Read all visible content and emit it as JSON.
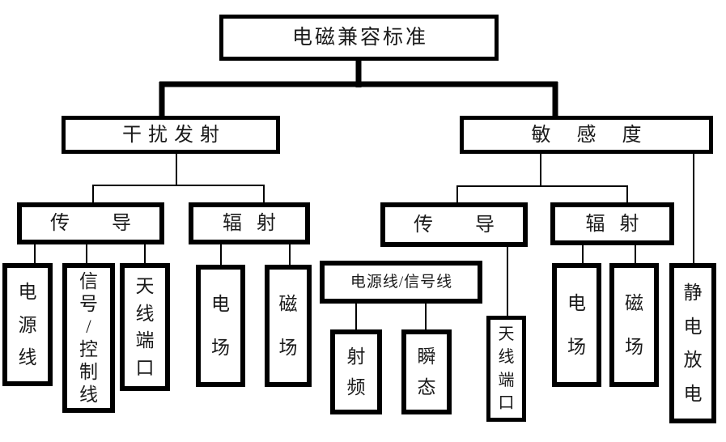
{
  "colors": {
    "background": "#ffffff",
    "line": "#000000",
    "box_border": "#000000",
    "text": "#1a1a1a"
  },
  "tree": {
    "label": "电磁兼容标准",
    "children": [
      {
        "label": "干扰发射",
        "children": [
          {
            "label": "传导",
            "children": [
              {
                "label": "电源线"
              },
              {
                "label": "信号/控制线"
              },
              {
                "label": "天线端口"
              }
            ]
          },
          {
            "label": "辐射",
            "children": [
              {
                "label": "电场"
              },
              {
                "label": "磁场"
              }
            ]
          }
        ]
      },
      {
        "label": "敏感度",
        "children": [
          {
            "label": "传导",
            "children": [
              {
                "label": "电源线/信号线",
                "children": [
                  {
                    "label": "射频"
                  },
                  {
                    "label": "瞬态"
                  }
                ]
              },
              {
                "label": "天线端口"
              }
            ]
          },
          {
            "label": "辐射",
            "children": [
              {
                "label": "电场"
              },
              {
                "label": "磁场"
              }
            ]
          },
          {
            "label": "静电放电"
          }
        ]
      }
    ]
  }
}
